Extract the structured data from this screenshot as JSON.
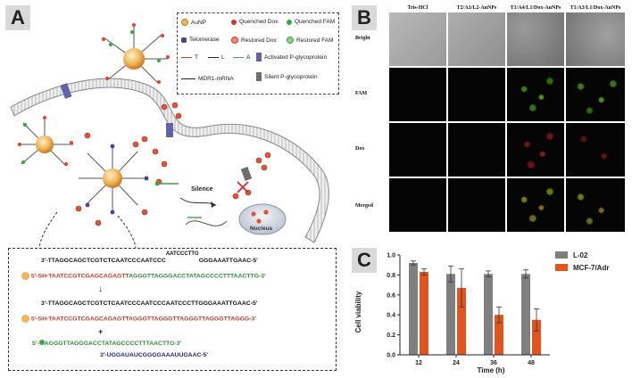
{
  "panels": {
    "a": {
      "label": "A"
    },
    "b": {
      "label": "B"
    },
    "c": {
      "label": "C"
    }
  },
  "legend": {
    "aunp": "AuNP",
    "quenched_dox": "Quenched Dox",
    "quenched_fam": "Quenched FAM",
    "telomerase": "Telomerase",
    "restored_dox": "Restored Dox",
    "restored_fam": "Restored FAM",
    "t": "T",
    "l": "L",
    "a": "A",
    "activated_pgp": "Activated P-glycoprotein",
    "mdr1": "MDR1-mRNA",
    "silent_pgp": "Silent P-glycoprotein"
  },
  "scheme": {
    "silence": "Silence",
    "nucleus": "Nucleus"
  },
  "sequences": {
    "l1": "3'-TTAGGCAGCTCGTCTCAATCCCAATCCC",
    "l1_loop": "AATCCCTTG",
    "l1_tail": "GGGAAATTGAAC-5'",
    "t1_prefix": "5'-SH-T",
    "t1_red": "AATCCGTCGAGCAGAGTT",
    "t1_green": "AGGGTTAGGGA",
    "t1_green2": "CCTATAGC",
    "t1_green3": "CCCTTTAACTTG-3'",
    "l2": "3'-TTAGGCAGCTCGTCTCAATCCCAATCCCAATCCCTTGGGAAATTGAAC-5'",
    "t2_prefix": "5'-SH-T",
    "t2_red": "AATCCGTCGAGCAGAGTTAGGGTTAGGGTTAGGGTTAGGGTTAGGG",
    "t2_tail": "-3'",
    "plus": "+",
    "a_strand": "5'-",
    "a_green": "AGGGTTAGGGACCTATAGCCCCTTTAACTTG-3'",
    "mrna": "3'-UGGAUAUCGGGGAAAUUGAAC-5'"
  },
  "microscopy": {
    "columns": [
      "Tris-HCl",
      "T2/A3/L2-AuNPs",
      "T1/A4/L1/Dox-AuNPs",
      "T1/A3/L1/Dox-AuNPs"
    ],
    "rows": [
      "Bright",
      "FAM",
      "Dox",
      "Merged"
    ]
  },
  "chart_data": {
    "type": "bar",
    "categories": [
      "12",
      "24",
      "36",
      "48"
    ],
    "series": [
      {
        "name": "L-02",
        "values": [
          0.92,
          0.81,
          0.81,
          0.81
        ],
        "errors": [
          0.02,
          0.08,
          0.03,
          0.04
        ],
        "color": "#7f7f7f"
      },
      {
        "name": "MCF-7/Adr",
        "values": [
          0.83,
          0.67,
          0.4,
          0.35
        ],
        "errors": [
          0.03,
          0.19,
          0.08,
          0.11
        ],
        "color": "#e0551e"
      }
    ],
    "xlabel": "Time (h)",
    "ylabel": "Cell viability",
    "ylim": [
      0,
      1.0
    ],
    "yticks": [
      "0.0",
      "0.2",
      "0.4",
      "0.6",
      "0.8",
      "1.0"
    ],
    "legend_position": "top-right"
  }
}
